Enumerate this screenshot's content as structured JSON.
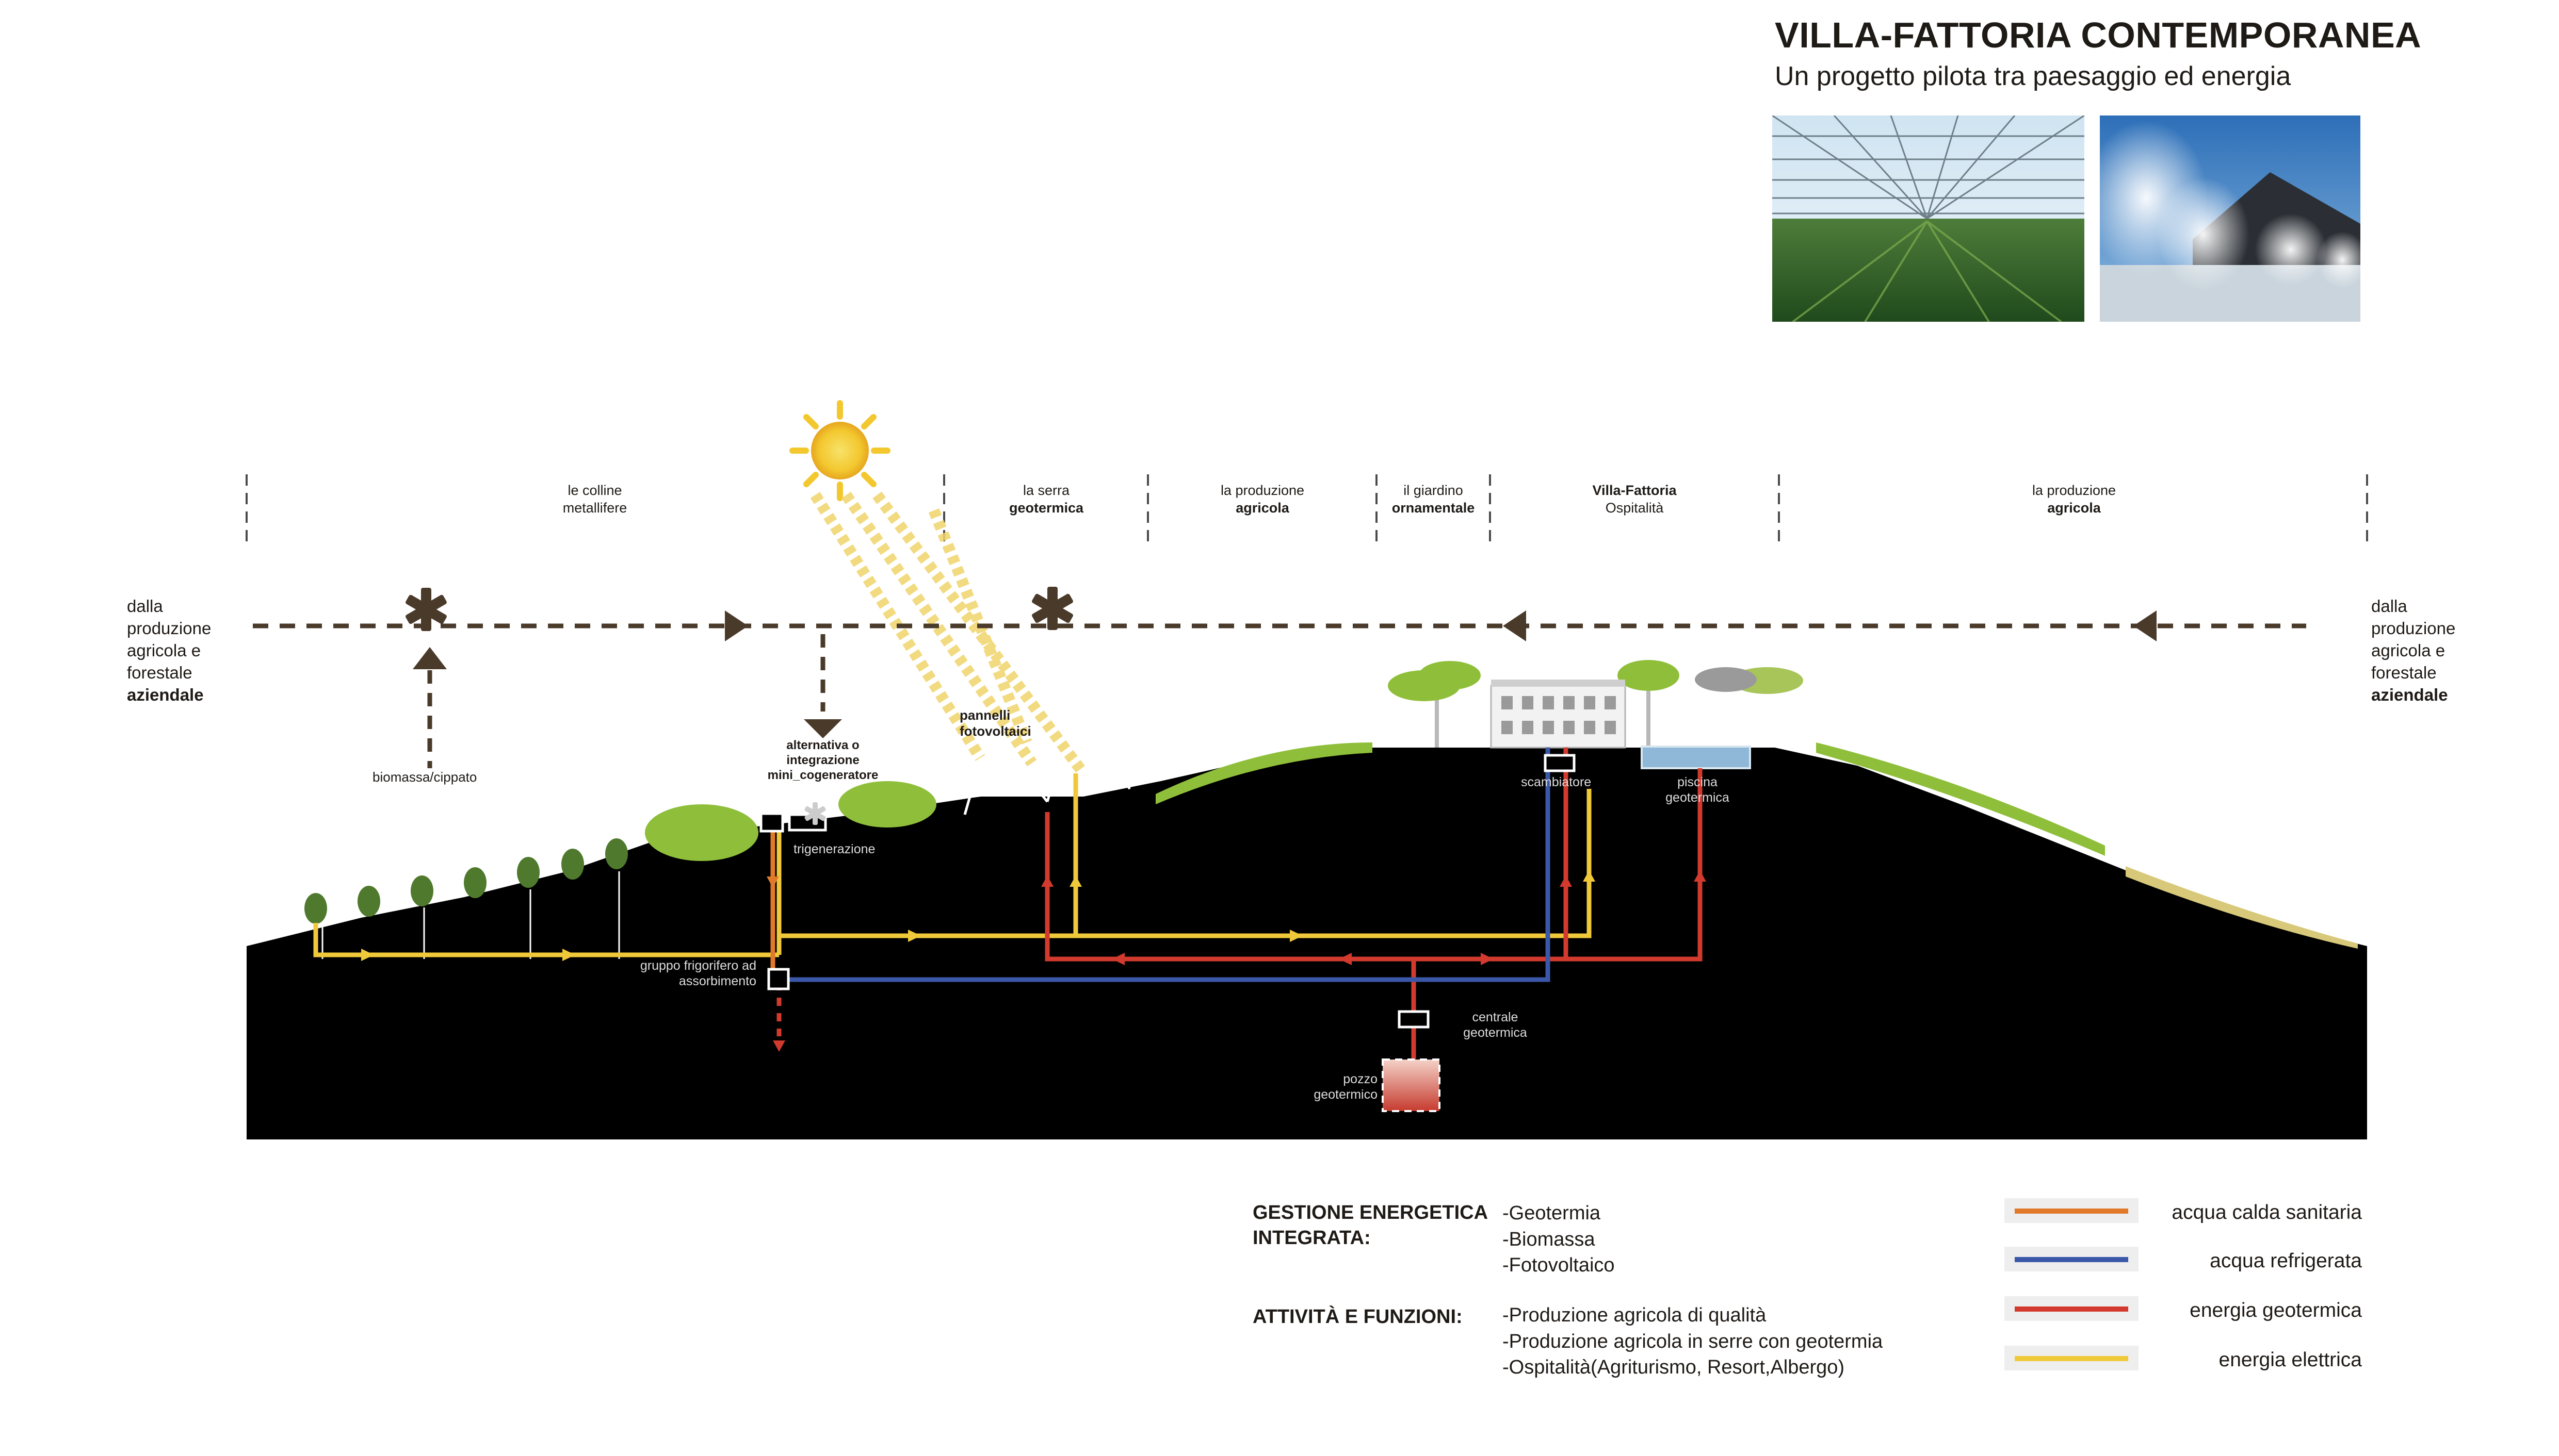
{
  "header": {
    "title": "VILLA-FATTORIA CONTEMPORANEA",
    "subtitle": "Un progetto pilota tra paesaggio ed energia"
  },
  "zones": [
    {
      "line1": "le colline",
      "line2": "metallifere",
      "bold": false
    },
    {
      "line1": "la serra",
      "line2": "geotermica",
      "bold": true
    },
    {
      "line1": "la produzione",
      "line2": "agricola",
      "bold": true
    },
    {
      "line1": "il giardino",
      "line2": "ornamentale",
      "bold": true
    },
    {
      "line1": "Villa-Fattoria",
      "line2": "Ospitalità",
      "bold": true
    },
    {
      "line1": "la produzione",
      "line2": "agricola",
      "bold": true
    }
  ],
  "side_left": {
    "text": "dalla produzione agricola e forestale",
    "bold": "aziendale"
  },
  "side_right": {
    "text": "dalla produzione agricola e forestale",
    "bold": "aziendale"
  },
  "labels": {
    "biomassa": "biomassa/cippato",
    "alternativa": "alternativa o integrazione mini_cogeneratore",
    "pannelli": "pannelli fotovoltaici",
    "trigenerazione": "trigenerazione",
    "gruppo": "gruppo frigorifero ad assorbimento",
    "scambiatore": "scambiatore",
    "piscina": "piscina geotermica",
    "centrale": "centrale geotermica",
    "pozzo": "pozzo geotermico"
  },
  "legend": {
    "gestione_head": "GESTIONE ENERGETICA INTEGRATA:",
    "gestione_items": [
      "-Geotermia",
      "-Biomassa",
      "-Fotovoltaico"
    ],
    "attivita_head": "ATTIVITÀ E FUNZIONI:",
    "attivita_items": [
      "-Produzione agricola di qualità",
      "-Produzione agricola in serre con geotermia",
      "-Ospitalità(Agriturismo, Resort,Albergo)"
    ],
    "keys": [
      {
        "label": "acqua calda sanitaria",
        "color": "#e07a2a"
      },
      {
        "label": "acqua refrigerata",
        "color": "#3b57a8"
      },
      {
        "label": "energia geotermica",
        "color": "#d23a2e"
      },
      {
        "label": "energia elettrica",
        "color": "#f0c93a"
      }
    ]
  },
  "colors": {
    "ground": "#000000",
    "dashed_flow": "#4a3a2a",
    "hot_water": "#e07a2a",
    "chilled_water": "#3b57a8",
    "geothermal": "#d23a2e",
    "electric": "#f0c93a",
    "vegetation": "#8fbf3a"
  }
}
